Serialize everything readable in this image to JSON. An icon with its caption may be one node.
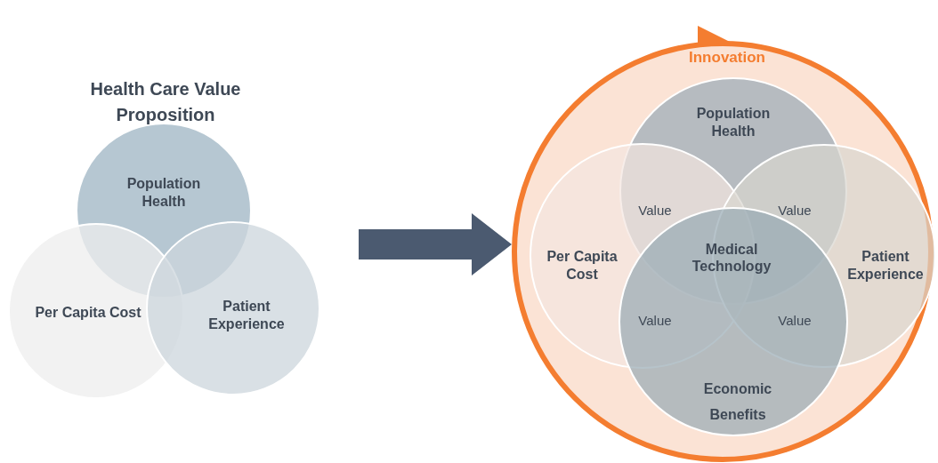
{
  "diagram": {
    "title": "Health Care Value Proposition",
    "nodes": [
      {
        "text": [
          "Population Health"
        ]
      },
      {
        "text": [
          "Per Capita Cost"
        ]
      },
      {
        "text": [
          "Patient Experience"
        ]
      },
      {
        "text": [
          "Innovation"
        ]
      },
      {
        "text": [
          "Population Health"
        ],
        "in": 3
      },
      {
        "text": [
          "Per Capita Cost"
        ],
        "in": 3
      },
      {
        "text": [
          "Patient Experience"
        ],
        "in": 3
      },
      {
        "text": [
          "Economic Benefits"
        ],
        "in": 3
      }
    ],
    "edges": [
      {
        "from": null,
        "to": 3,
        "arrow": "to"
      }
    ],
    "labels": [
      "Value",
      "Value",
      "Medical Technology",
      "Value",
      "Value"
    ]
  }
}
